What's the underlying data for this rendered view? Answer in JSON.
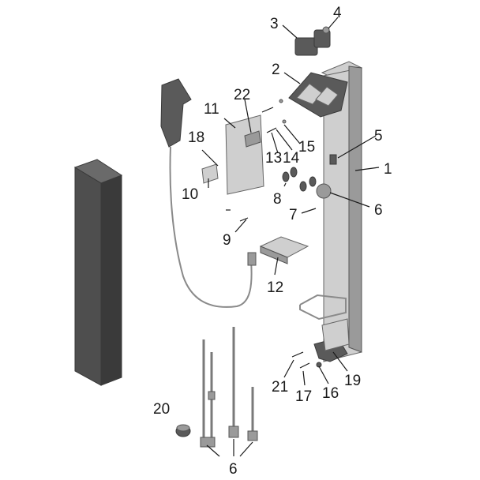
{
  "labels": {
    "p1": "1",
    "p2": "2",
    "p3": "3",
    "p4": "4",
    "p5": "5",
    "p6a": "6",
    "p6b": "6",
    "p7": "7",
    "p8": "8",
    "p9": "9",
    "p10": "10",
    "p11": "11",
    "p12": "12",
    "p13": "13",
    "p14": "14",
    "p15": "15",
    "p16": "16",
    "p17": "17",
    "p18": "18",
    "p19": "19",
    "p20": "20",
    "p21": "21",
    "p22": "22"
  },
  "colors": {
    "ink": "#1a1a1a",
    "dark_part": "#5a5a5a",
    "mid_part": "#9a9a9a",
    "light_part": "#cfcfcf"
  }
}
